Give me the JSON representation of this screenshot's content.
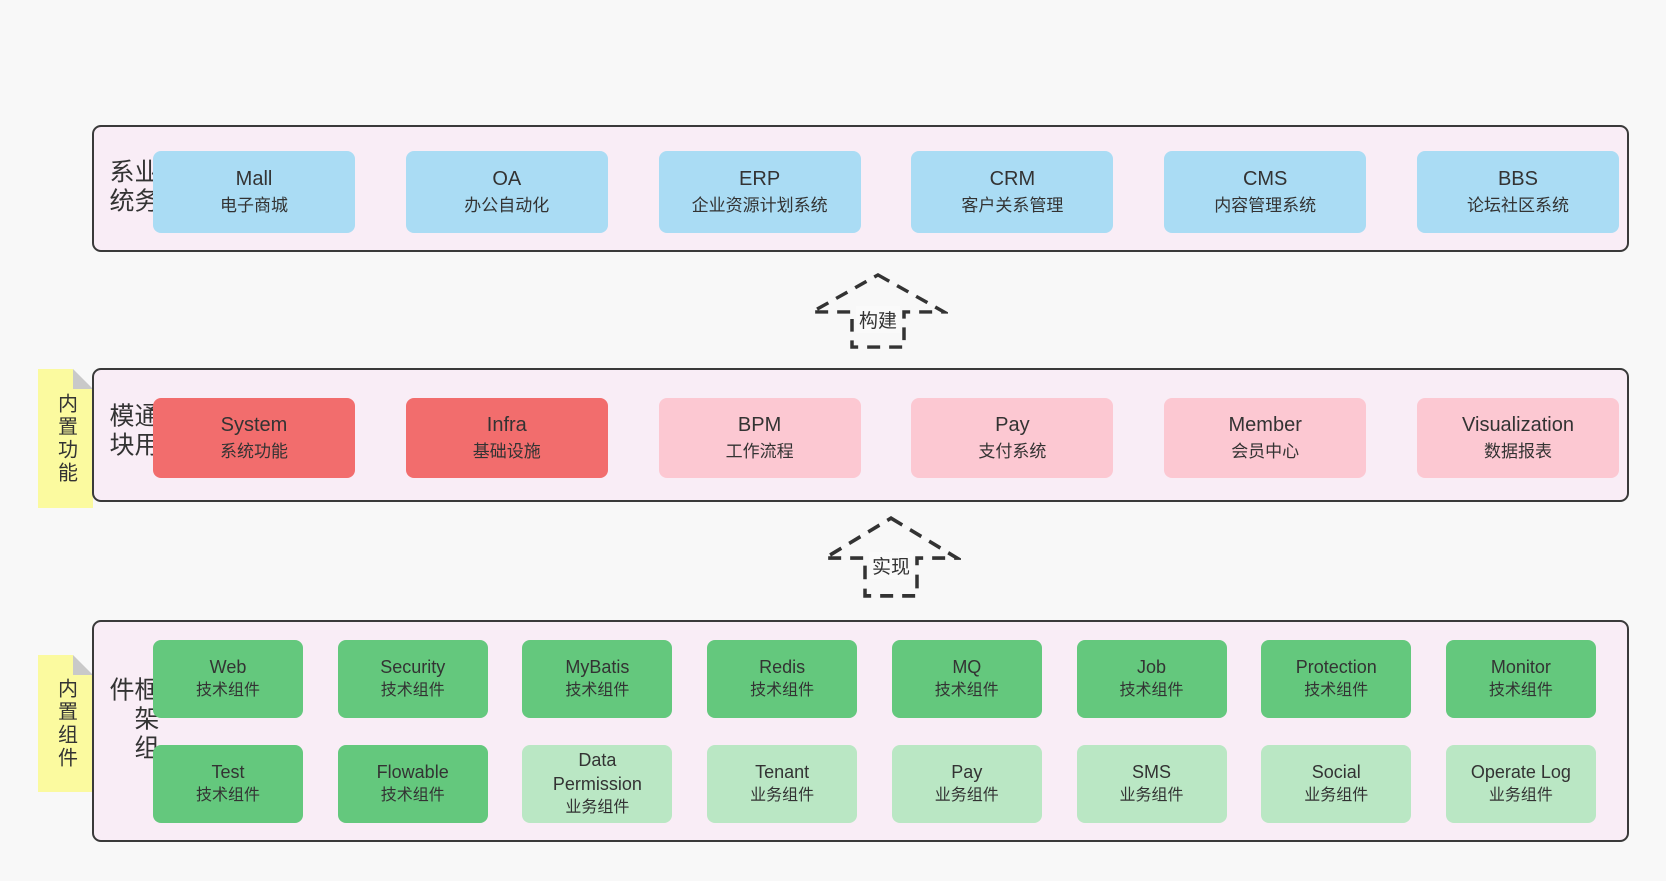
{
  "colors": {
    "page_bg": "#f8f8f8",
    "band_bg": "#f9edf6",
    "band_border": "#3a3a3a",
    "system_blue": "#aadcf4",
    "module_red": "#f26d6d",
    "module_pink": "#fcc8d2",
    "component_green_dark": "#64c87d",
    "component_green_light": "#bae7c4",
    "note_yellow": "#fbfa9f",
    "note_fold_gray": "#c9c9c9",
    "text": "#333333"
  },
  "arrows": {
    "build": "构建",
    "implement": "实现"
  },
  "business_band": {
    "label": "业务系统",
    "items": [
      {
        "name": "Mall",
        "desc": "电子商城"
      },
      {
        "name": "OA",
        "desc": "办公自动化"
      },
      {
        "name": "ERP",
        "desc": "企业资源计划系统"
      },
      {
        "name": "CRM",
        "desc": "客户关系管理"
      },
      {
        "name": "CMS",
        "desc": "内容管理系统"
      },
      {
        "name": "BBS",
        "desc": "论坛社区系统"
      }
    ]
  },
  "modules_band": {
    "label": "通用模块",
    "note": "内置功能",
    "items": [
      {
        "name": "System",
        "desc": "系统功能"
      },
      {
        "name": "Infra",
        "desc": "基础设施"
      },
      {
        "name": "BPM",
        "desc": "工作流程"
      },
      {
        "name": "Pay",
        "desc": "支付系统"
      },
      {
        "name": "Member",
        "desc": "会员中心"
      },
      {
        "name": "Visualization",
        "desc": "数据报表"
      }
    ]
  },
  "components_band": {
    "label": "框架组件",
    "note": "内置组件",
    "row1": [
      {
        "name": "Web",
        "desc": "技术组件"
      },
      {
        "name": "Security",
        "desc": "技术组件"
      },
      {
        "name": "MyBatis",
        "desc": "技术组件"
      },
      {
        "name": "Redis",
        "desc": "技术组件"
      },
      {
        "name": "MQ",
        "desc": "技术组件"
      },
      {
        "name": "Job",
        "desc": "技术组件"
      },
      {
        "name": "Protection",
        "desc": "技术组件"
      },
      {
        "name": "Monitor",
        "desc": "技术组件"
      }
    ],
    "row2": [
      {
        "name": "Test",
        "desc": "技术组件"
      },
      {
        "name": "Flowable",
        "desc": "技术组件"
      },
      {
        "name": "Data Permission",
        "desc": "业务组件"
      },
      {
        "name": "Tenant",
        "desc": "业务组件"
      },
      {
        "name": "Pay",
        "desc": "业务组件"
      },
      {
        "name": "SMS",
        "desc": "业务组件"
      },
      {
        "name": "Social",
        "desc": "业务组件"
      },
      {
        "name": "Operate Log",
        "desc": "业务组件"
      }
    ]
  }
}
